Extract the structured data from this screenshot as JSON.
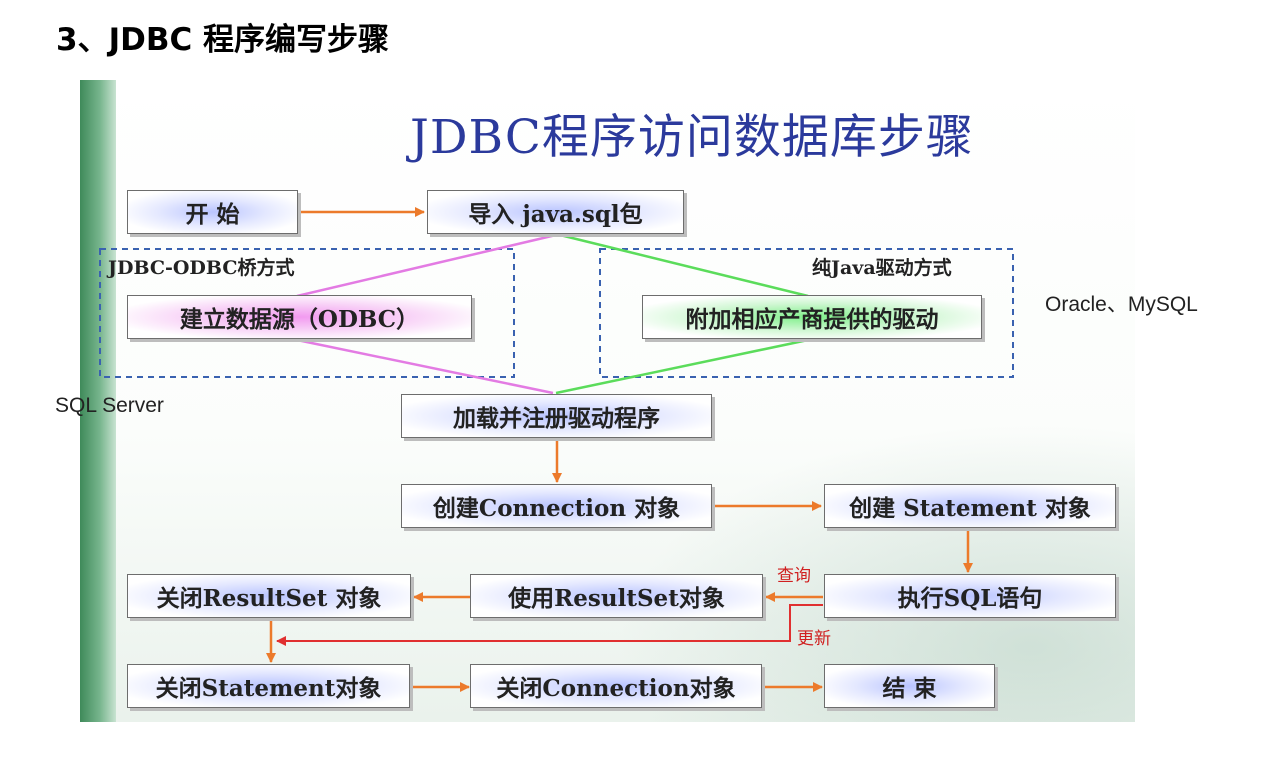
{
  "heading": "3、JDBC 程序编写步骤",
  "slide_title": "JDBC程序访问数据库步骤",
  "groups": {
    "odbc": "JDBC-ODBC桥方式",
    "pure_java": "纯Java驱动方式"
  },
  "side_labels": {
    "oracle_mysql": "Oracle、MySQL",
    "sql_server": "SQL Server"
  },
  "steps": {
    "start": "开  始",
    "import": "导入 java.sql包",
    "odbc_source": "建立数据源（ODBC）",
    "vendor_driver": "附加相应产商提供的驱动",
    "load_driver": "加载并注册驱动程序",
    "create_connection": "创建Connection 对象",
    "create_statement": "创建 Statement 对象",
    "execute_sql": "执行SQL语句",
    "use_resultset": "使用ResultSet对象",
    "close_resultset": "关闭ResultSet 对象",
    "close_statement": "关闭Statement对象",
    "close_connection": "关闭Connection对象",
    "end": "结  束"
  },
  "edge_labels": {
    "query": "查询",
    "update": "更新"
  },
  "colors": {
    "arrow": "#ec7a2b",
    "update_arrow": "#e03030",
    "odbc_path": "#e37be3",
    "java_path": "#5bdc5b",
    "group_border": "#3a62b0",
    "title": "#2b3a9c"
  }
}
